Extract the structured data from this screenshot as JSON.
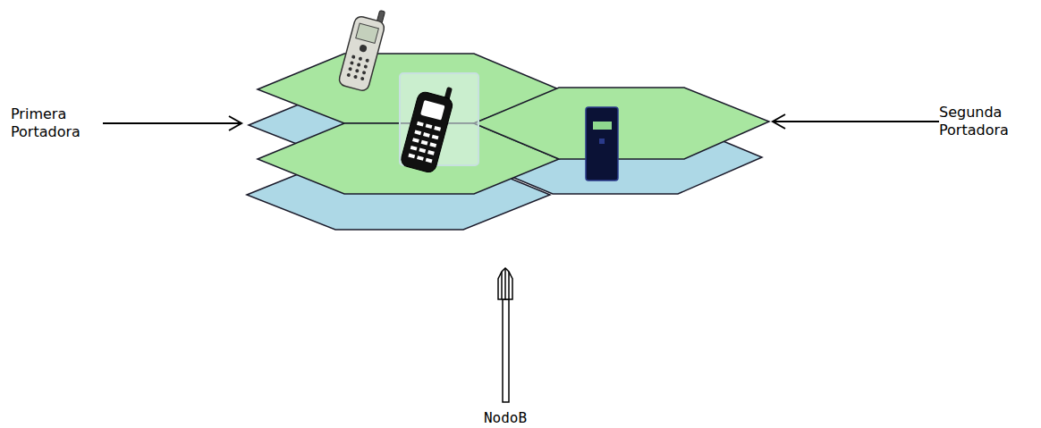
{
  "diagram": {
    "labels": [
      "Primera Portadora",
      "Segunda Portadora",
      "NodoB"
    ]
  }
}
